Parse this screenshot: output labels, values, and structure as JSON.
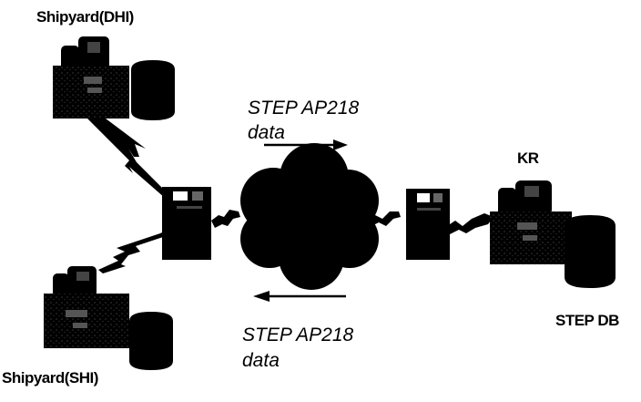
{
  "labels": {
    "shipyard_dhi": "Shipyard(DHI)",
    "shipyard_shi": "Shipyard(SHI)",
    "kr": "KR",
    "step_db": "STEP DB",
    "top_flow_line1": "STEP  AP218",
    "top_flow_line2": "data",
    "bottom_flow_line1": "STEP  AP218",
    "bottom_flow_line2": "data"
  },
  "colors": {
    "ink": "#000000",
    "highlight": "#4a4a4a",
    "background": "#ffffff"
  },
  "icons": {
    "cloud": "network-cloud-icon",
    "workstation": "workstation-icon",
    "database": "database-cylinder-icon",
    "modem": "modem-icon",
    "link": "lightning-link-icon"
  }
}
